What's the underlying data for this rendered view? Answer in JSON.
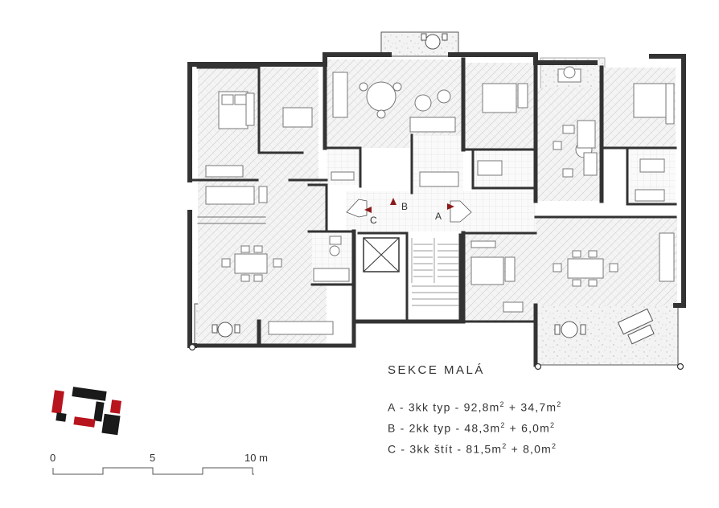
{
  "title": "SEKCE MALÁ",
  "entrance_markers": [
    "C",
    "B",
    "A"
  ],
  "legend": [
    {
      "code": "A",
      "text": "3kk typ",
      "area_main": "92,8m",
      "area_extra": "34,7m"
    },
    {
      "code": "B",
      "text": "2kk typ",
      "area_main": "48,3m",
      "area_extra": "6,0m"
    },
    {
      "code": "C",
      "text": "3kk štít",
      "area_main": "81,5m",
      "area_extra": "8,0m"
    }
  ],
  "scale": {
    "labels": [
      "0",
      "5",
      "10 m"
    ]
  },
  "colors": {
    "wall": "#333333",
    "marker": "#8b1a1a",
    "key_red": "#b8141e",
    "key_black": "#1a1a1a",
    "floor": "#f1f1f1",
    "paving": "#dcdcdc"
  }
}
